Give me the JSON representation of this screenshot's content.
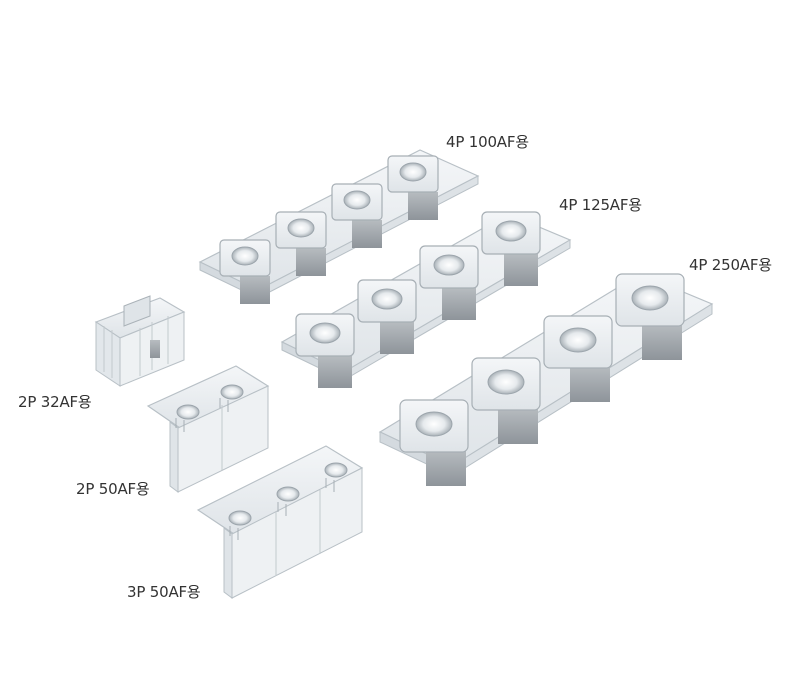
{
  "labels": [
    {
      "id": "4p-100af",
      "text": "4P 100AF용"
    },
    {
      "id": "4p-125af",
      "text": "4P 125AF용"
    },
    {
      "id": "4p-250af",
      "text": "4P 250AF용"
    },
    {
      "id": "2p-32af",
      "text": "2P 32AF용"
    },
    {
      "id": "2p-50af",
      "text": "2P 50AF용"
    },
    {
      "id": "3p-50af",
      "text": "3P 50AF용"
    }
  ],
  "colors": {
    "background": "#ffffff",
    "label": "#333333",
    "plastic": "#e9edf0",
    "plastic_edge": "#b8c0c6",
    "metal": "#9aa0a5"
  }
}
